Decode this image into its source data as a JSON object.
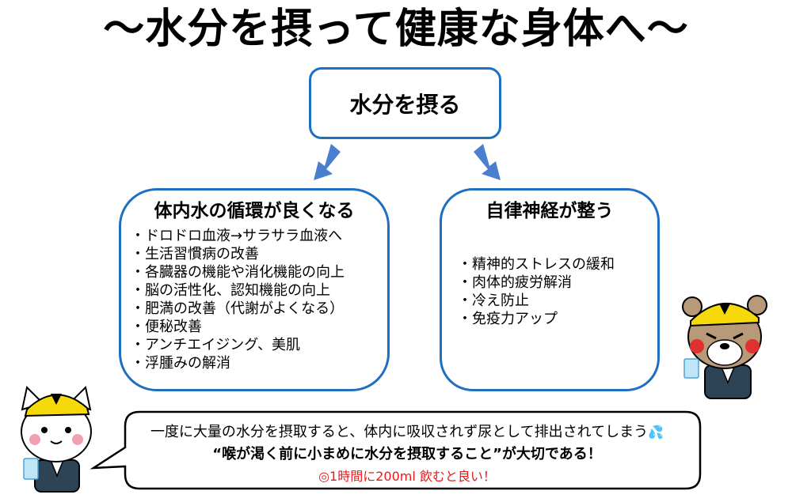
{
  "title": "〜水分を摂って健康な身体へ〜",
  "top_box": {
    "label": "水分を摂る"
  },
  "left_box": {
    "heading": "体内水の循環が良くなる",
    "items": [
      "ドロドロ血液→サラサラ血液へ",
      "生活習慣病の改善",
      "各臓器の機能や消化機能の向上",
      "脳の活性化、認知機能の向上",
      "肥満の改善（代謝がよくなる）",
      "便秘改善",
      "アンチエイジング、美肌",
      "浮腫みの解消"
    ]
  },
  "right_box": {
    "heading": "自律神経が整う",
    "items": [
      "精神的ストレスの緩和",
      "肉体的疲労解消",
      "冷え防止",
      "免疫力アップ"
    ]
  },
  "callout": {
    "line1": "一度に大量の水分を摂取すると、体内に吸収されず尿として排出されてしまう",
    "line2": "“喉が渇く前に小まめに水分を摂取すること”が大切である！",
    "line3": "◎1時間に200ml 飲むと良い！"
  },
  "colors": {
    "box_border": "#1f6fc0",
    "arrow": "#4a7fd0",
    "accent_red": "#e81a1a",
    "helmet": "#f5d90a"
  },
  "icons": {
    "arrows": "down-arrow-icon",
    "drop": "sweat-drops-icon",
    "cat": "cat-mascot-icon",
    "bear": "bear-mascot-icon"
  }
}
